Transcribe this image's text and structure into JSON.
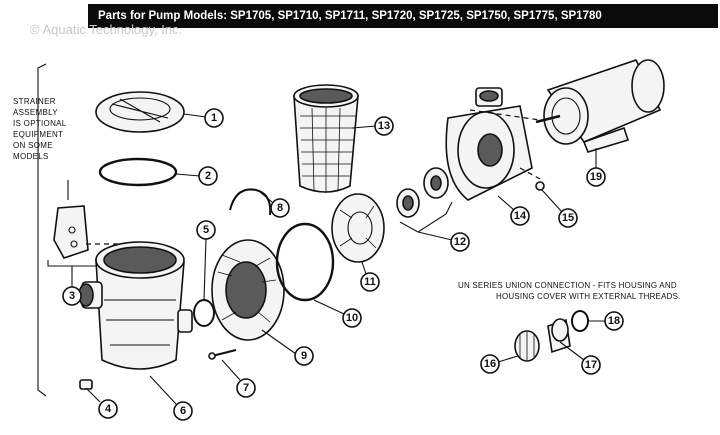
{
  "header": {
    "title": "Parts for Pump Models: SP1705, SP1710, SP1711, SP1720, SP1725, SP1750, SP1775, SP1780"
  },
  "watermark": "© Aquatic Technology, Inc.",
  "notes": {
    "strainer": [
      "STRAINER",
      "ASSEMBLY",
      "IS OPTIONAL",
      "EQUIPMENT",
      "ON SOME",
      "MODELS"
    ],
    "union": {
      "line1": "UN SERIES UNION CONNECTION - FITS HOUSING AND",
      "line2": "HOUSING COVER WITH EXTERNAL THREADS."
    }
  },
  "callouts": [
    "1",
    "2",
    "3",
    "4",
    "5",
    "6",
    "7",
    "8",
    "9",
    "10",
    "11",
    "12",
    "13",
    "14",
    "15",
    "16",
    "17",
    "18",
    "19"
  ]
}
